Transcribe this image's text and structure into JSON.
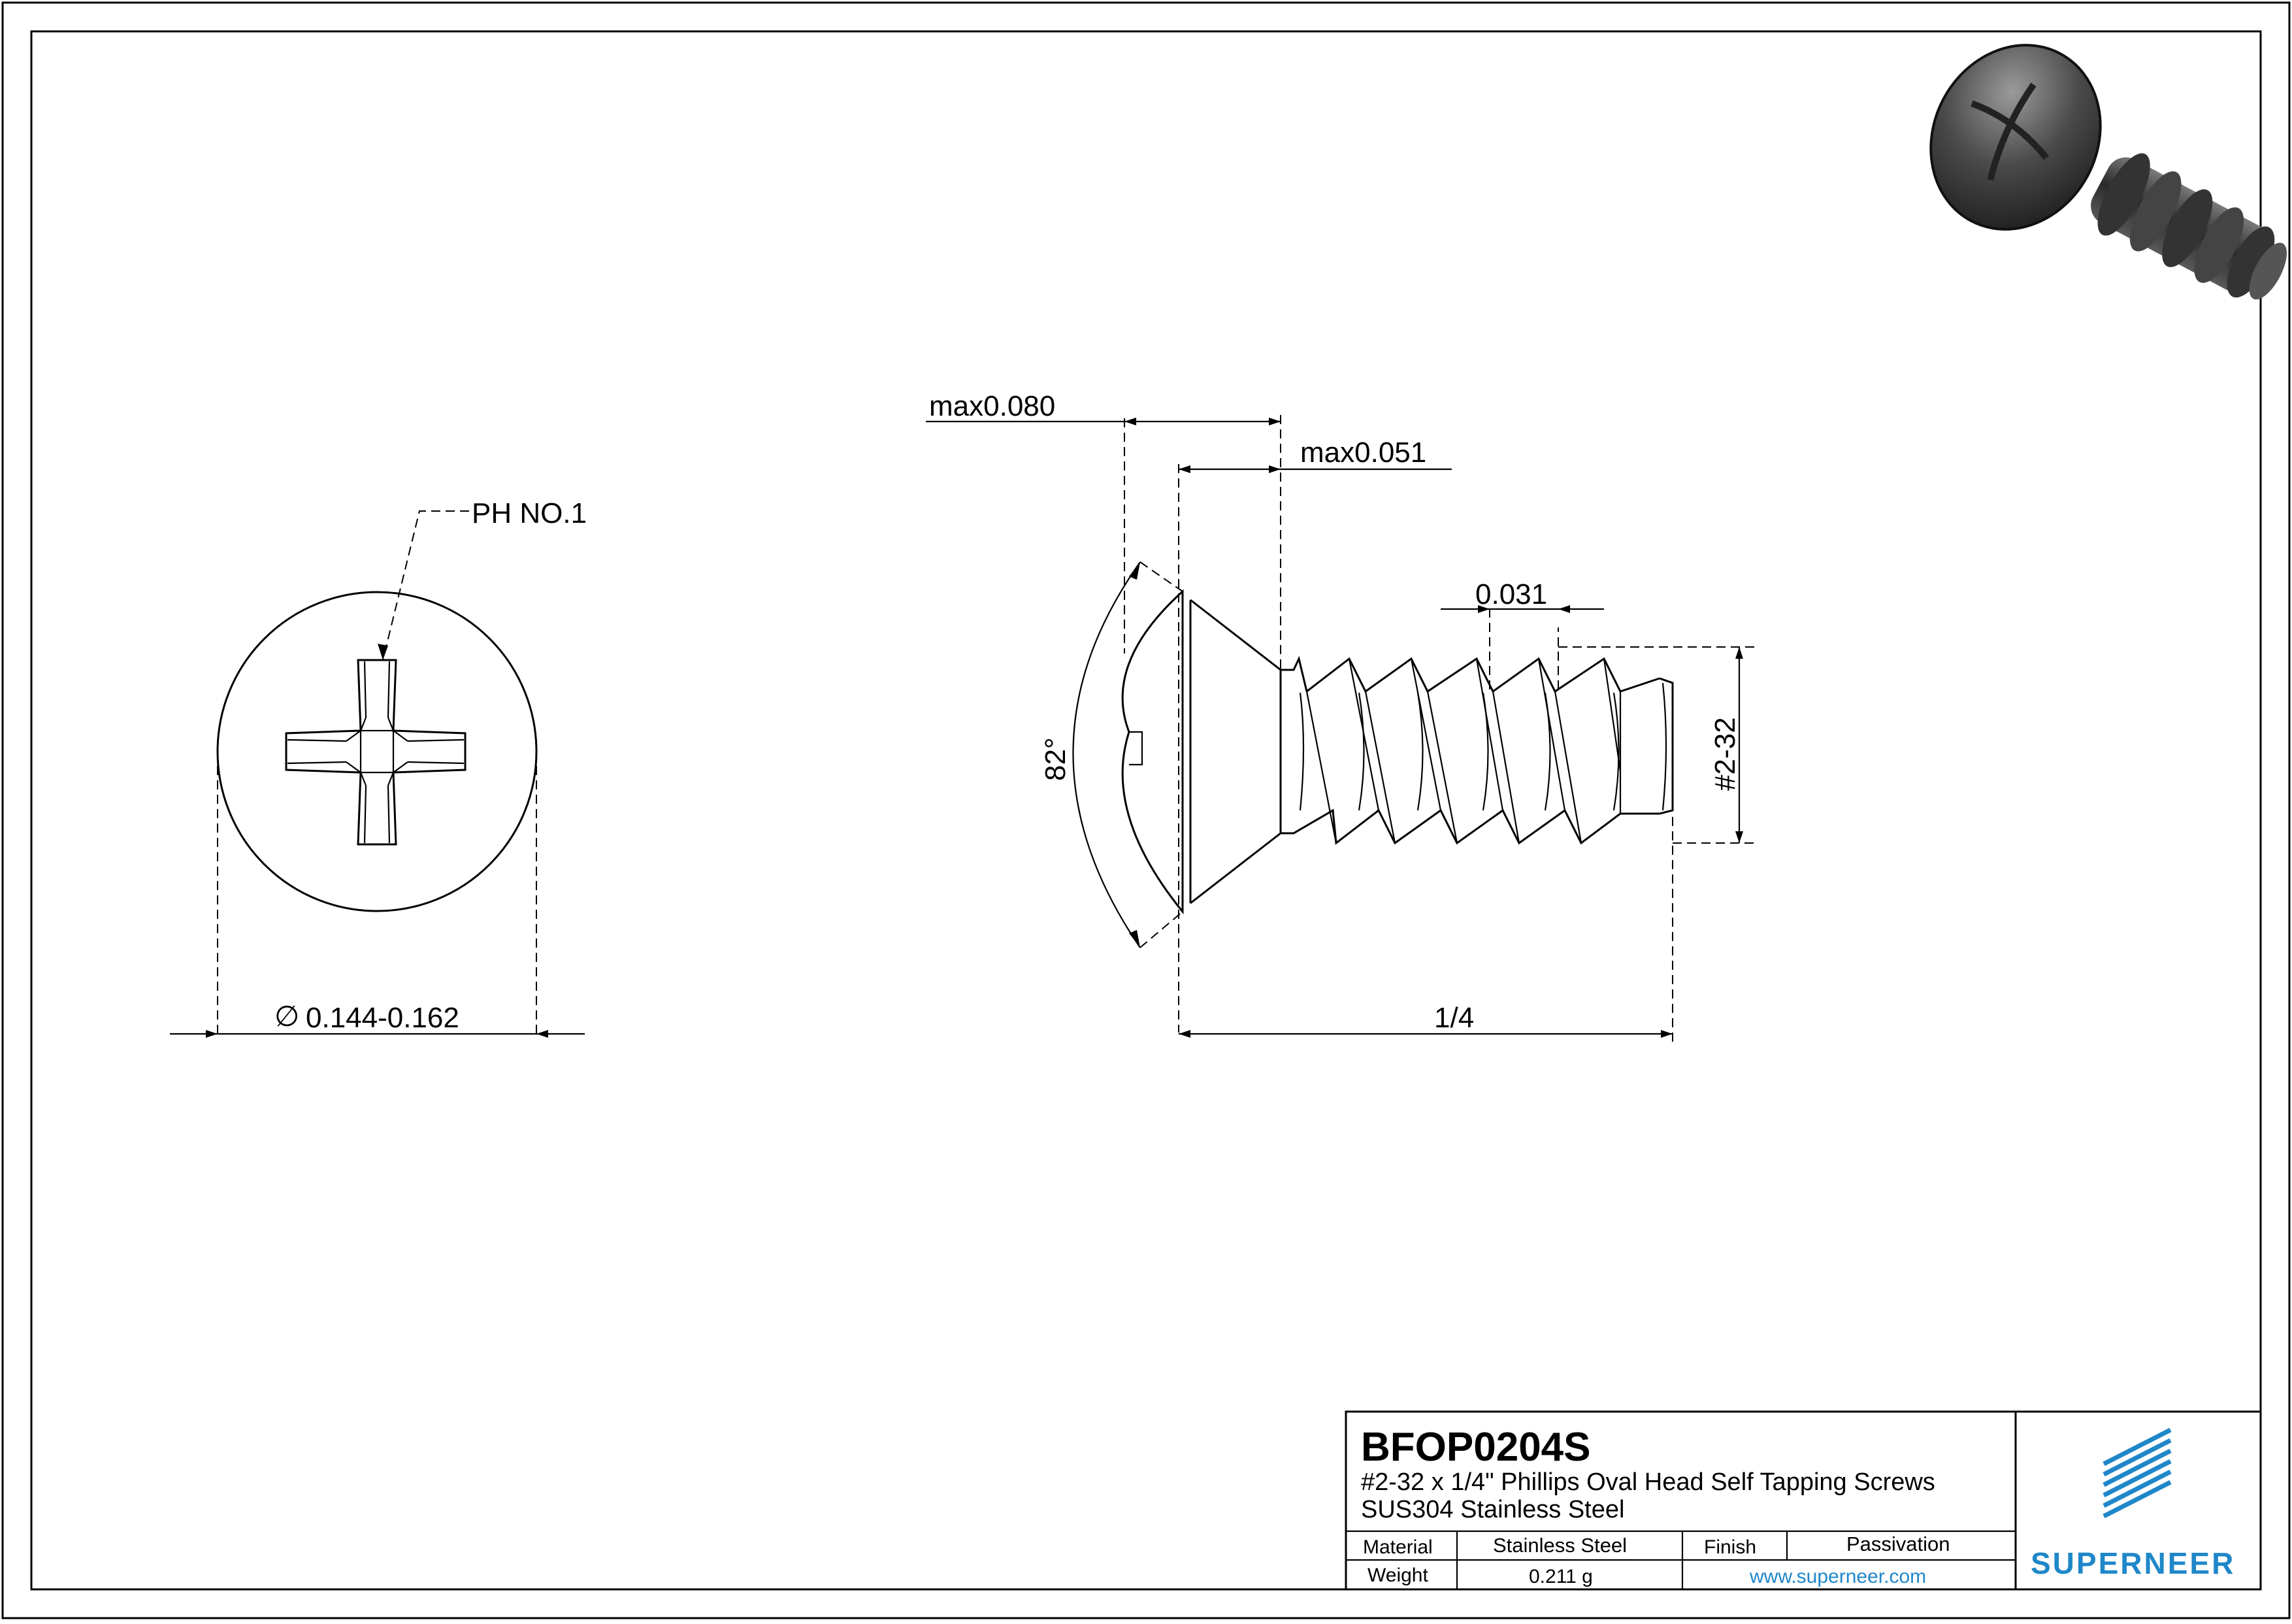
{
  "drawing": {
    "top_view": {
      "drive_label": "PH NO.1",
      "diameter_symbol": "∅",
      "diameter_label": "0.144-0.162"
    },
    "side_view": {
      "head_height_label": "max0.080",
      "head_oval_label": "max0.051",
      "pitch_label": "0.031",
      "angle_label": "82°",
      "thread_size_label": "#2-32",
      "length_label": "1/4"
    }
  },
  "title_block": {
    "part_number": "BFOP0204S",
    "description": "#2-32 x 1/4\" Phillips Oval Head Self Tapping Screws",
    "material_desc": "SUS304 Stainless Steel",
    "material_label": "Material",
    "material_value": "Stainless Steel",
    "finish_label": "Finish",
    "finish_value": "Passivation",
    "weight_label": "Weight",
    "weight_value": "0.211 g",
    "website": "www.superneer.com",
    "brand": "SUPERNEER"
  },
  "colors": {
    "brand": "#1f87c9",
    "line": "#000000",
    "screw_render": "#3a3a3a"
  }
}
